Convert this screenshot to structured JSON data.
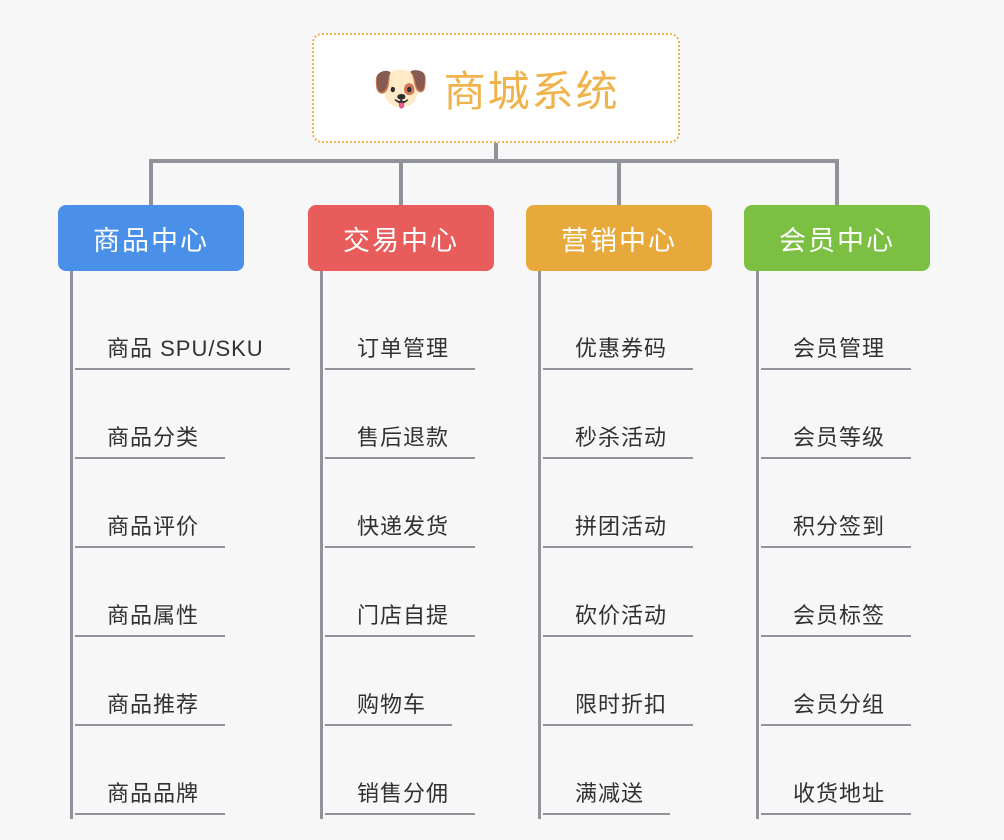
{
  "diagram": {
    "title": "商城系统",
    "background_color": "#f7f7f7",
    "root": {
      "icon": "dog-face-emoji",
      "icon_glyph": "🐶",
      "label": "商城系统",
      "text_color": "#f0b24a",
      "border_color": "#f0b24a",
      "background_color": "#ffffff"
    },
    "connector_color": "#909399",
    "columns": [
      {
        "header": "商品中心",
        "color": "#4a90e8",
        "items": [
          "商品 SPU/SKU",
          "商品分类",
          "商品评价",
          "商品属性",
          "商品推荐",
          "商品品牌"
        ]
      },
      {
        "header": "交易中心",
        "color": "#e85c5c",
        "items": [
          "订单管理",
          "售后退款",
          "快递发货",
          "门店自提",
          "购物车",
          "销售分佣"
        ]
      },
      {
        "header": "营销中心",
        "color": "#e8a93c",
        "items": [
          "优惠券码",
          "秒杀活动",
          "拼团活动",
          "砍价活动",
          "限时折扣",
          "满减送"
        ]
      },
      {
        "header": "会员中心",
        "color": "#7bc043",
        "items": [
          "会员管理",
          "会员等级",
          "积分签到",
          "会员标签",
          "会员分组",
          "收货地址"
        ]
      }
    ]
  }
}
